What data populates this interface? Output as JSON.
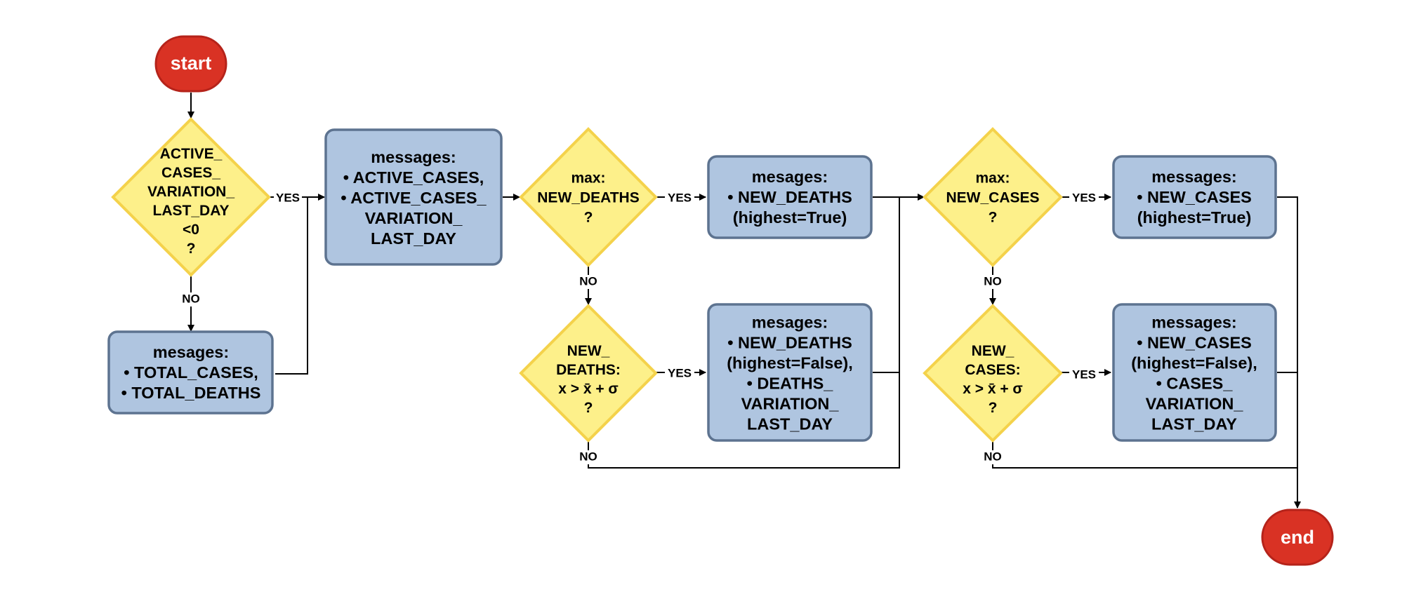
{
  "colors": {
    "terminal_fill": "#d93224",
    "decision_fill": "#fdf08a",
    "decision_border": "#f4d24b",
    "process_fill": "#afc5e0",
    "process_border": "#5d7390",
    "connector": "#000000"
  },
  "nodes": {
    "start": {
      "lines": [
        "start"
      ]
    },
    "end": {
      "lines": [
        "end"
      ]
    },
    "d_active": {
      "lines": [
        "ACTIVE_",
        "CASES_",
        "VARIATION_",
        "LAST_DAY",
        "<0",
        "?"
      ]
    },
    "p_total": {
      "lines": [
        "mesages:",
        "• TOTAL_CASES,",
        "• TOTAL_DEATHS"
      ]
    },
    "p_active": {
      "lines": [
        "messages:",
        "• ACTIVE_CASES,",
        "• ACTIVE_CASES_",
        "VARIATION_",
        "LAST_DAY"
      ]
    },
    "d_maxdeaths": {
      "lines": [
        "max:",
        "NEW_DEATHS",
        "?"
      ]
    },
    "p_deaths_high": {
      "lines": [
        "mesages:",
        "• NEW_DEATHS",
        "(highest=True)"
      ]
    },
    "d_deaths_sigma": {
      "lines": [
        "NEW_",
        "DEATHS:",
        "x > x̄ + σ",
        "?"
      ]
    },
    "p_deaths_var": {
      "lines": [
        "mesages:",
        "• NEW_DEATHS",
        "(highest=False),",
        "• DEATHS_",
        "VARIATION_",
        "LAST_DAY"
      ]
    },
    "d_maxcases": {
      "lines": [
        "max:",
        "NEW_CASES",
        "?"
      ]
    },
    "p_cases_high": {
      "lines": [
        "messages:",
        "• NEW_CASES",
        "(highest=True)"
      ]
    },
    "d_cases_sigma": {
      "lines": [
        "NEW_",
        "CASES:",
        "x > x̄ + σ",
        "?"
      ]
    },
    "p_cases_var": {
      "lines": [
        "messages:",
        "• NEW_CASES",
        "(highest=False),",
        "• CASES_",
        "VARIATION_",
        "LAST_DAY"
      ]
    }
  },
  "edge_labels": {
    "yes": "YES",
    "no": "NO"
  }
}
